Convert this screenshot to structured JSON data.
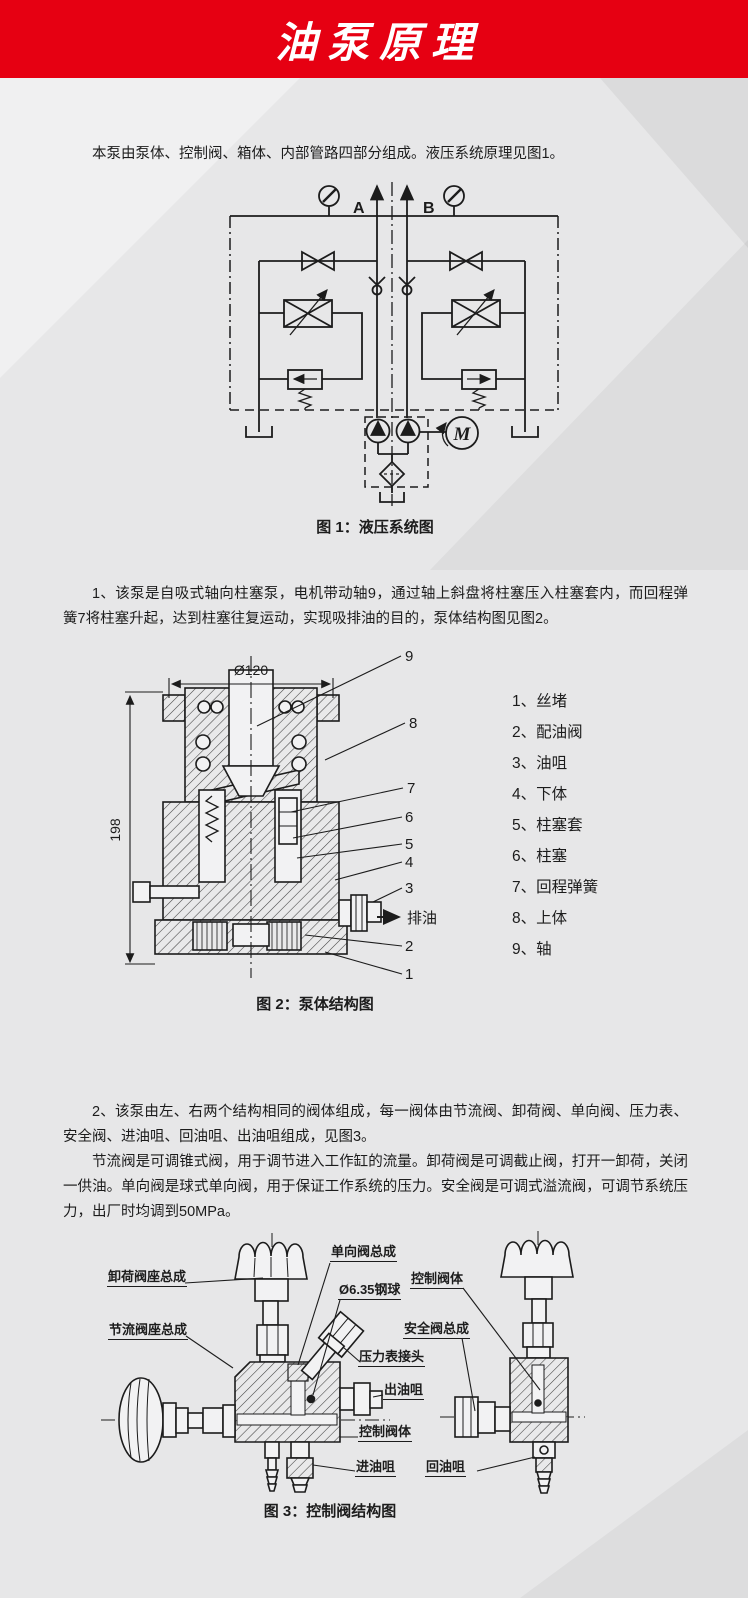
{
  "header": {
    "title": "油泵原理"
  },
  "intro": {
    "text": "本泵由泵体、控制阀、箱体、内部管路四部分组成。液压系统原理见图1。"
  },
  "figure1": {
    "caption": "图 1：液压系统图",
    "port_a": "A",
    "port_b": "B",
    "motor_label": "M"
  },
  "section1": {
    "text": "1、该泵是自吸式轴向柱塞泵，电机带动轴9，通过轴上斜盘将柱塞压入柱塞套内，而回程弹簧7将柱塞升起，达到柱塞往复运动，实现吸排油的目的，泵体结构图见图2。"
  },
  "figure2": {
    "caption": "图 2：泵体结构图",
    "dim_width": "Ø120",
    "dim_height": "198",
    "outlet_label": "排油",
    "callouts": [
      "1",
      "2",
      "3",
      "4",
      "5",
      "6",
      "7",
      "8",
      "9"
    ],
    "parts": [
      "1、丝堵",
      "2、配油阀",
      "3、油咀",
      "4、下体",
      "5、柱塞套",
      "6、柱塞",
      "7、回程弹簧",
      "8、上体",
      "9、轴"
    ]
  },
  "section2": {
    "para1": "2、该泵由左、右两个结构相同的阀体组成，每一阀体由节流阀、卸荷阀、单向阀、压力表、安全阀、进油咀、回油咀、出油咀组成，见图3。",
    "para2": "节流阀是可调锥式阀，用于调节进入工作缸的流量。卸荷阀是可调截止阀，打开一卸荷，关闭一供油。单向阀是球式单向阀，用于保证工作系统的压力。安全阀是可调式溢流阀，可调节系统压力，出厂时均调到50MPa。"
  },
  "figure3": {
    "caption": "图 3：控制阀结构图",
    "labels": {
      "unload_seat": "卸荷阀座总成",
      "throttle_seat": "节流阀座总成",
      "check_valve": "单向阀总成",
      "steel_ball": "Ø6.35钢球",
      "control_body_top": "控制阀体",
      "safety_valve": "安全阀总成",
      "gauge_adapter": "压力表接头",
      "outlet_nozzle": "出油咀",
      "control_body": "控制阀体",
      "inlet_nozzle": "进油咀",
      "return_nozzle": "回油咀"
    }
  },
  "colors": {
    "header_red": "#e60012",
    "text": "#1c1c1c",
    "background": "#e7e7e8"
  }
}
